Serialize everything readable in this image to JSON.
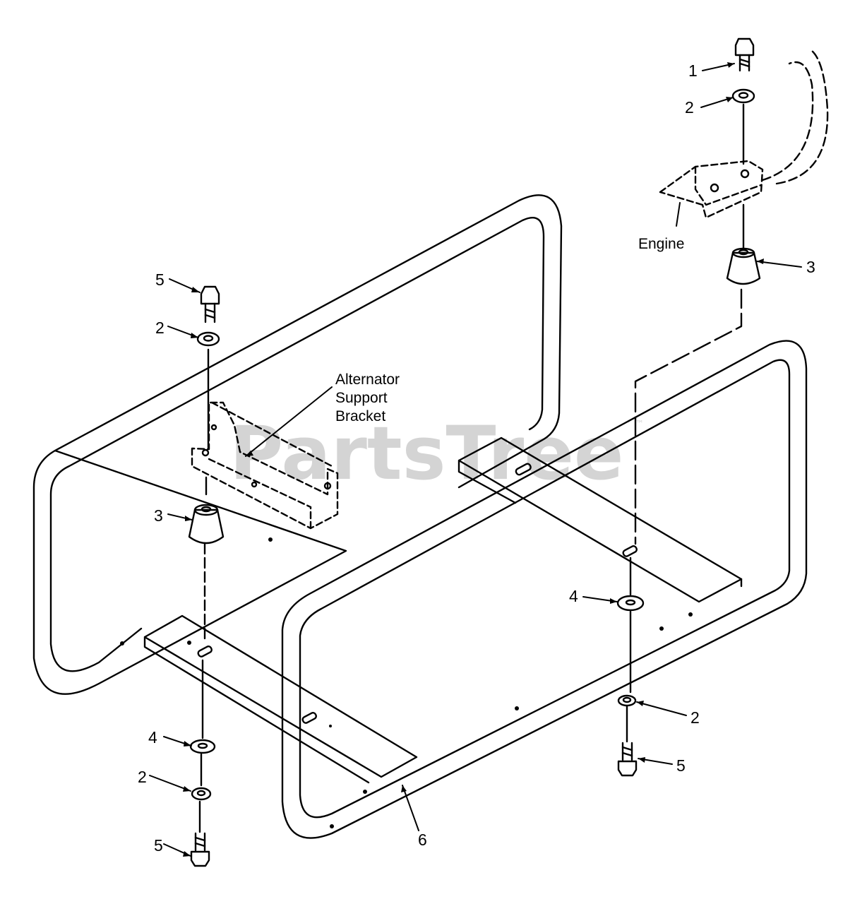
{
  "watermark": {
    "text": "PartsTree",
    "trademark": "™",
    "color": "#d4d4d4"
  },
  "labels": {
    "engine": "Engine",
    "alternator_line1": "Alternator",
    "alternator_line2": "Support",
    "alternator_line3": "Bracket"
  },
  "callouts": {
    "c1": "1",
    "c2_top": "2",
    "c3_right": "3",
    "c5_left": "5",
    "c2_left": "2",
    "c3_left": "3",
    "c4_mid": "4",
    "c2_right": "2",
    "c5_right": "5",
    "c4_left": "4",
    "c2_bottom": "2",
    "c5_bottom": "5",
    "c6": "6"
  },
  "colors": {
    "line": "#000000",
    "background": "#ffffff"
  }
}
